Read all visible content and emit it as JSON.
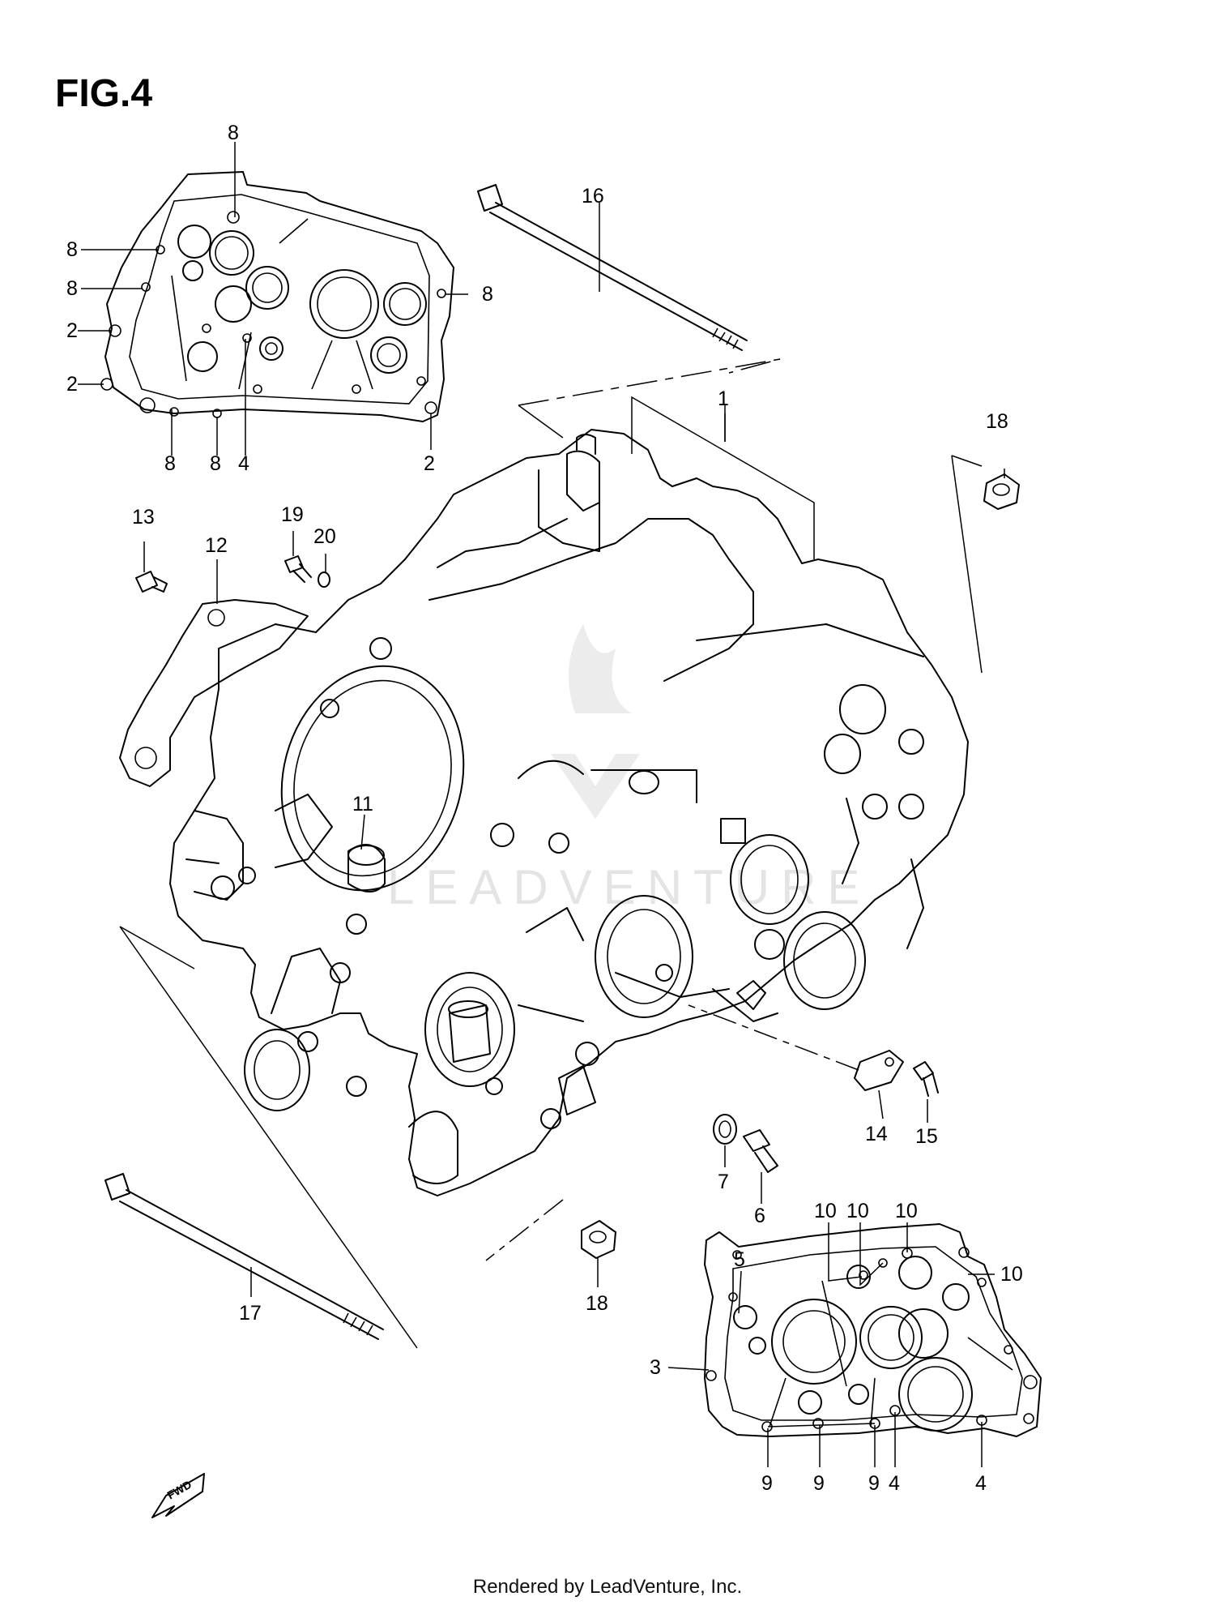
{
  "figure": {
    "title": "FIG.4"
  },
  "footer": {
    "text": "Rendered by LeadVenture, Inc."
  },
  "watermark": {
    "text": "LEADVENTURE"
  },
  "fwd_label": "FWD",
  "colors": {
    "line": "#000000",
    "background": "#ffffff",
    "watermark": "#e4e4e4"
  },
  "callouts": [
    {
      "id": "c1",
      "label": "1"
    },
    {
      "id": "c2a",
      "label": "2"
    },
    {
      "id": "c2b",
      "label": "2"
    },
    {
      "id": "c2c",
      "label": "2"
    },
    {
      "id": "c3",
      "label": "3"
    },
    {
      "id": "c4a",
      "label": "4"
    },
    {
      "id": "c4b",
      "label": "4"
    },
    {
      "id": "c4c",
      "label": "4"
    },
    {
      "id": "c5",
      "label": "5"
    },
    {
      "id": "c6",
      "label": "6"
    },
    {
      "id": "c7",
      "label": "7"
    },
    {
      "id": "c8a",
      "label": "8"
    },
    {
      "id": "c8b",
      "label": "8"
    },
    {
      "id": "c8c",
      "label": "8"
    },
    {
      "id": "c8d",
      "label": "8"
    },
    {
      "id": "c8e",
      "label": "8"
    },
    {
      "id": "c8f",
      "label": "8"
    },
    {
      "id": "c9a",
      "label": "9"
    },
    {
      "id": "c9b",
      "label": "9"
    },
    {
      "id": "c9c",
      "label": "9"
    },
    {
      "id": "c10a",
      "label": "10"
    },
    {
      "id": "c10b",
      "label": "10"
    },
    {
      "id": "c10c",
      "label": "10"
    },
    {
      "id": "c10d",
      "label": "10"
    },
    {
      "id": "c11",
      "label": "11"
    },
    {
      "id": "c12",
      "label": "12"
    },
    {
      "id": "c13",
      "label": "13"
    },
    {
      "id": "c14",
      "label": "14"
    },
    {
      "id": "c15",
      "label": "15"
    },
    {
      "id": "c16",
      "label": "16"
    },
    {
      "id": "c17",
      "label": "17"
    },
    {
      "id": "c18a",
      "label": "18"
    },
    {
      "id": "c18b",
      "label": "18"
    },
    {
      "id": "c19",
      "label": "19"
    },
    {
      "id": "c20",
      "label": "20"
    }
  ]
}
